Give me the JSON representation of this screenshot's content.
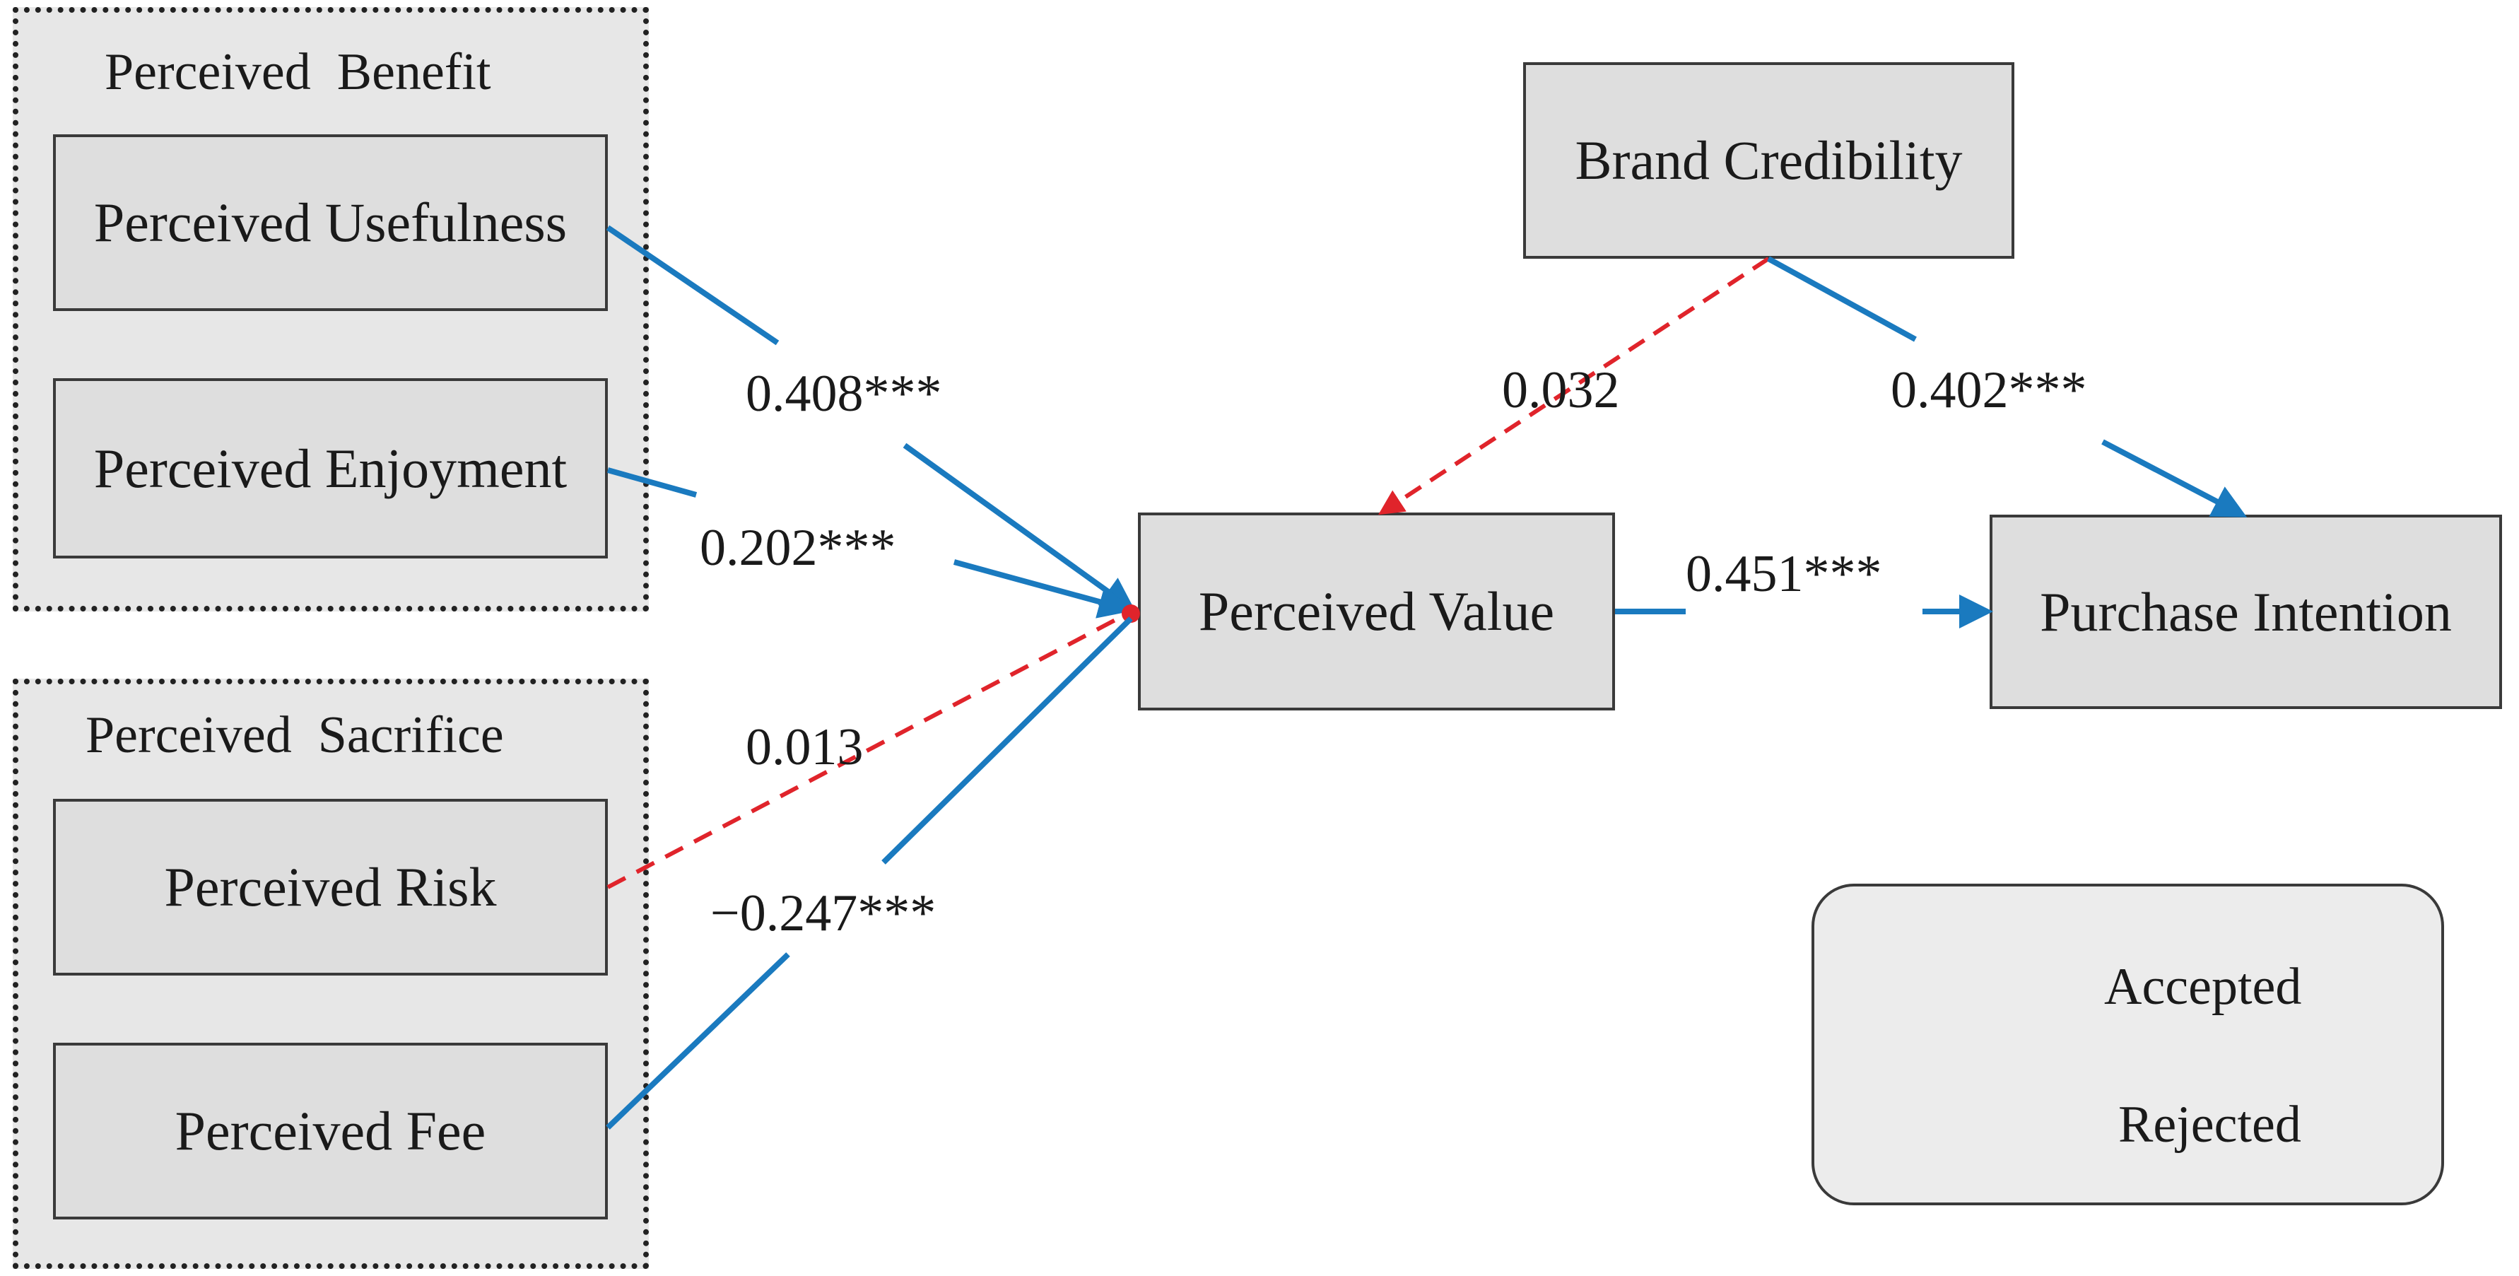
{
  "groups": {
    "benefit": {
      "title": "Perceived  Benefit"
    },
    "sacrifice": {
      "title": "Perceived  Sacrifice"
    }
  },
  "nodes": {
    "usefulness": "Perceived Usefulness",
    "enjoyment": "Perceived Enjoyment",
    "risk": "Perceived Risk",
    "fee": "Perceived Fee",
    "brand_credibility": "Brand Credibility",
    "perceived_value": "Perceived Value",
    "purchase_intention": "Purchase Intention"
  },
  "paths": {
    "usefulness_to_value": {
      "coefficient": "0.408***",
      "status": "accepted"
    },
    "enjoyment_to_value": {
      "coefficient": "0.202***",
      "status": "accepted"
    },
    "risk_to_value": {
      "coefficient": "0.013",
      "status": "rejected"
    },
    "fee_to_value": {
      "coefficient": "−0.247***",
      "status": "accepted"
    },
    "brand_to_value": {
      "coefficient": "0.032",
      "status": "rejected"
    },
    "brand_to_intention": {
      "coefficient": "0.402***",
      "status": "accepted"
    },
    "value_to_intention": {
      "coefficient": "0.451***",
      "status": "accepted"
    }
  },
  "legend": {
    "accepted": "Accepted",
    "rejected": "Rejected"
  },
  "colors": {
    "accepted": "#1a7abf",
    "rejected": "#e0242b"
  }
}
